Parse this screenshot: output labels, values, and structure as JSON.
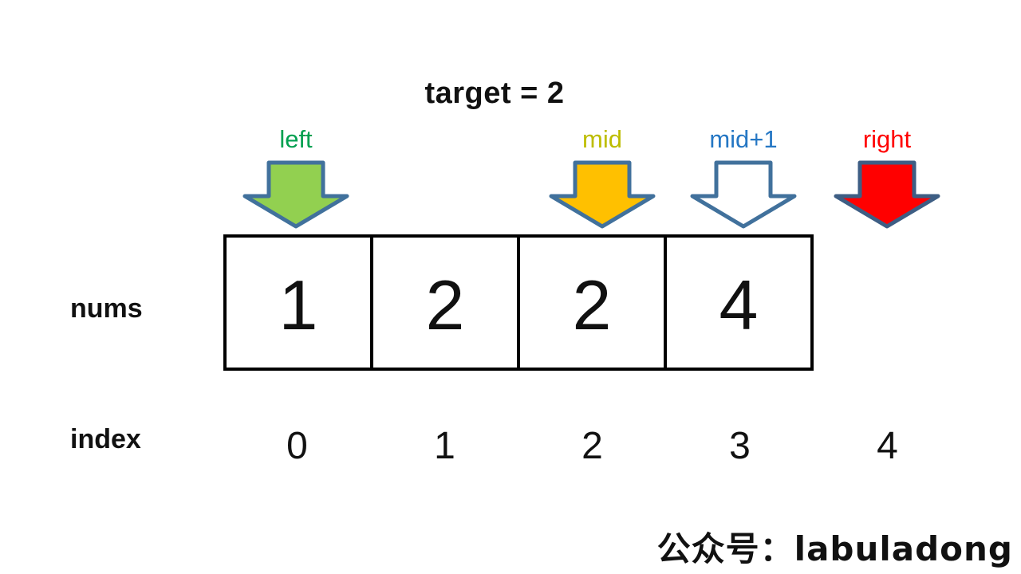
{
  "title": "target = 2",
  "pointers": [
    {
      "name": "left",
      "label": "left",
      "label_color": "#00A050",
      "fill": "#92D050",
      "stroke": "#41719C"
    },
    {
      "name": "mid",
      "label": "mid",
      "label_color": "#BDBD00",
      "fill": "#FFC000",
      "stroke": "#41719C"
    },
    {
      "name": "mid+1",
      "label": "mid+1",
      "label_color": "#2577C4",
      "fill": "#FFFFFF",
      "stroke": "#41719C"
    },
    {
      "name": "right",
      "label": "right",
      "label_color": "#FF0000",
      "fill": "#FF0000",
      "stroke": "#3E5E84"
    }
  ],
  "array": {
    "label": "nums",
    "values": [
      "1",
      "2",
      "2",
      "4"
    ]
  },
  "index_row": {
    "label": "index",
    "values": [
      "0",
      "1",
      "2",
      "3",
      "4"
    ]
  },
  "watermark": "公众号：labuladong"
}
